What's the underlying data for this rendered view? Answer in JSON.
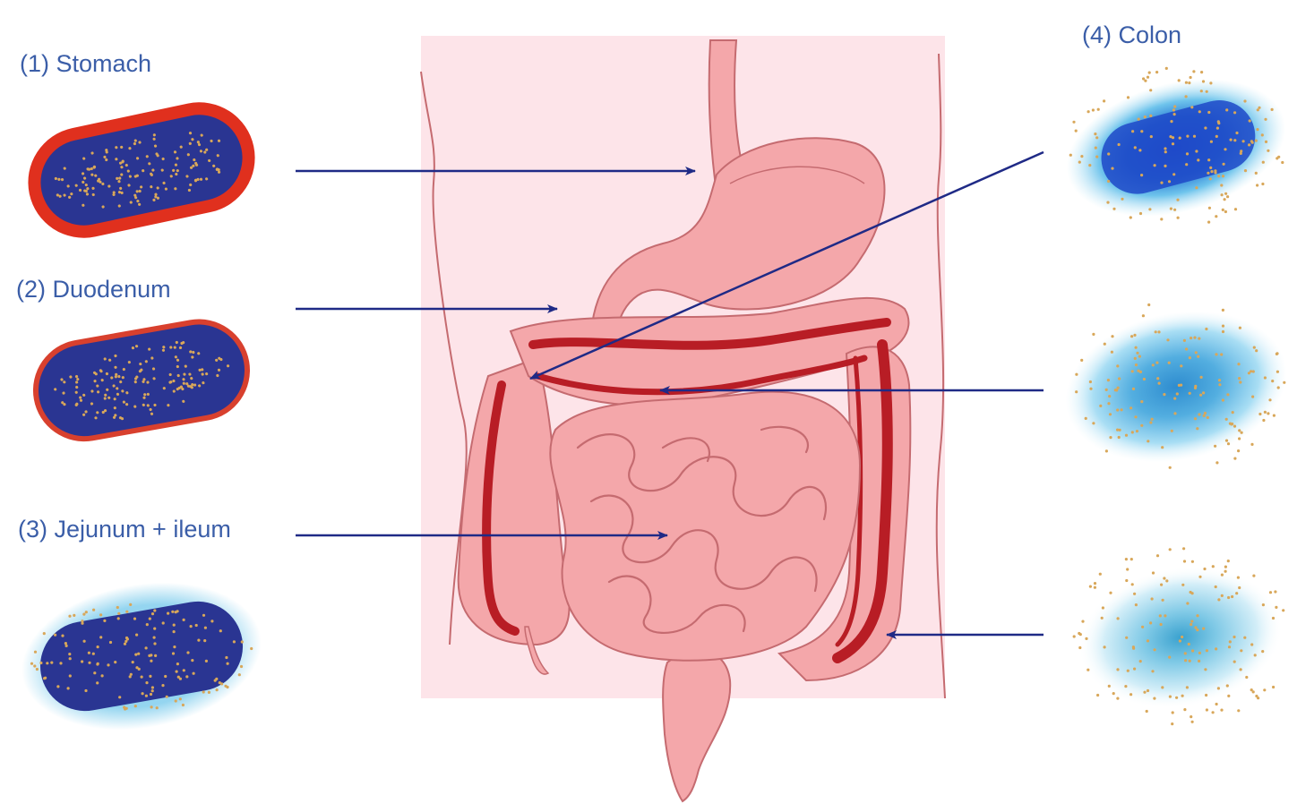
{
  "labels": {
    "stomach": "(1) Stomach",
    "duodenum": "(2) Duodenum",
    "jejunum_ileum": "(3) Jejunum + ileum",
    "colon": "(4) Colon"
  },
  "colors": {
    "label_text": "#3b5ea8",
    "arrow": "#1f2a86",
    "bacterium_body": "#2a3592",
    "bacterium_coat_thick": "#e0301e",
    "bacterium_coat_thin": "#d8402e",
    "bacterium_dots": "#d8a75a",
    "mucus_glow": "#8fd3ef",
    "torso_skin": "#fde4e9",
    "intestine": "#f4a7aa",
    "intestine_outline": "#c56b70",
    "colon_lining": "#b81d25"
  },
  "bacteria": [
    {
      "region": "stomach",
      "coat": "thick",
      "glow": "none"
    },
    {
      "region": "duodenum",
      "coat": "thin",
      "glow": "none"
    },
    {
      "region": "jejunum_ileum",
      "coat": "none",
      "glow": "light"
    },
    {
      "region": "colon_proximal",
      "coat": "none",
      "glow": "strong"
    },
    {
      "region": "colon_transverse",
      "coat": "none",
      "glow": "fading"
    },
    {
      "region": "colon_distal",
      "coat": "none",
      "glow": "diffuse"
    }
  ]
}
